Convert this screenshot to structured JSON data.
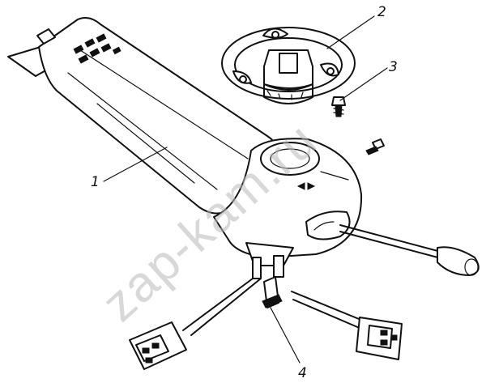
{
  "diagram": {
    "callouts": [
      {
        "id": "1",
        "label": "1"
      },
      {
        "id": "2",
        "label": "2"
      },
      {
        "id": "3",
        "label": "3"
      },
      {
        "id": "4",
        "label": "4"
      }
    ],
    "watermark": "zap-kam.ru",
    "colors": {
      "ink": "#111111",
      "background": "#ffffff",
      "watermark": "#b9b9b9"
    }
  }
}
